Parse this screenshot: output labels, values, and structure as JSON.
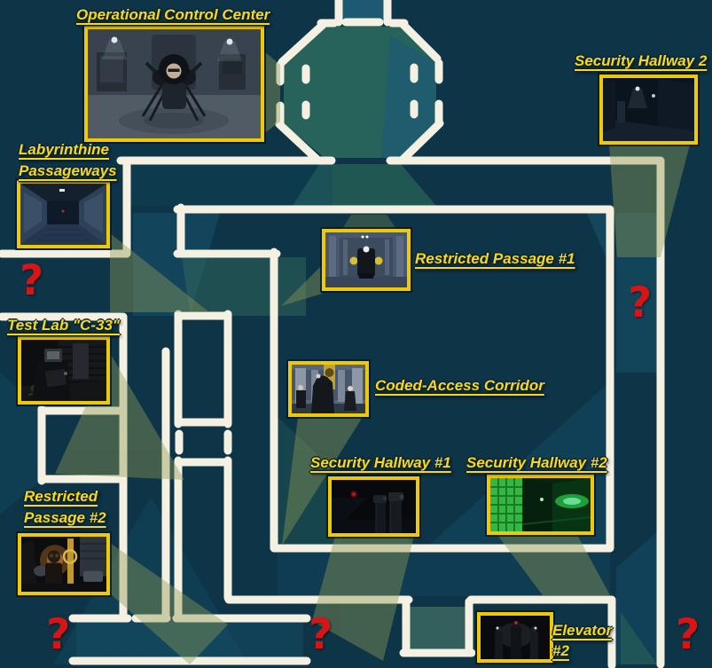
{
  "map_title": "Facility map with labeled camera locations",
  "colors": {
    "background": "#0d3447",
    "wall_line": "#f5f1e2",
    "label_yellow": "#f8d818",
    "frame_yellow": "#edc90a",
    "question_red": "#d61616",
    "nightvision_green": "#34b843",
    "beam_olive": "#8f9a55"
  },
  "locations": [
    {
      "id": "operational-control-center",
      "lines": [
        "Operational Control Center"
      ]
    },
    {
      "id": "security-hallway-2-upper",
      "lines": [
        "Security Hallway 2"
      ]
    },
    {
      "id": "labyrinthine-passageways",
      "lines": [
        "Labyrinthine",
        "Passageways"
      ]
    },
    {
      "id": "restricted-passage-1",
      "lines": [
        "Restricted Passage #1"
      ]
    },
    {
      "id": "test-lab-c33",
      "lines": [
        "Test Lab \"C-33\""
      ]
    },
    {
      "id": "coded-access-corridor",
      "lines": [
        "Coded-Access Corridor"
      ]
    },
    {
      "id": "security-hallway-1",
      "lines": [
        "Security Hallway #1"
      ]
    },
    {
      "id": "security-hallway-2",
      "lines": [
        "Security Hallway #2"
      ]
    },
    {
      "id": "restricted-passage-2",
      "lines": [
        "Restricted",
        "Passage #2"
      ]
    },
    {
      "id": "elevator-2",
      "lines": [
        "Elevator",
        "#2"
      ]
    }
  ],
  "question_marks": [
    {
      "id": "west",
      "symbol": "?"
    },
    {
      "id": "east",
      "symbol": "?"
    },
    {
      "id": "southwest",
      "symbol": "?"
    },
    {
      "id": "south",
      "symbol": "?"
    },
    {
      "id": "southeast",
      "symbol": "?"
    }
  ]
}
